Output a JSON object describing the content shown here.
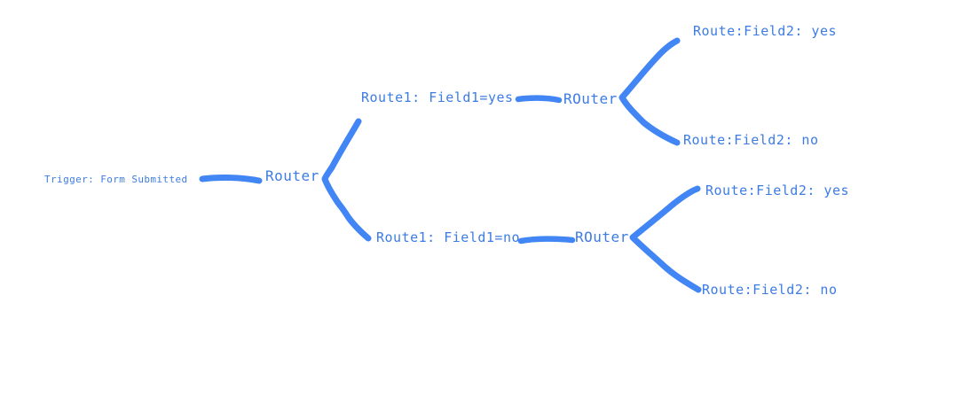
{
  "diagram": {
    "title": "form-routing-flow-sketch",
    "accent_color": "#4285f4",
    "text_color": "#3d7ce5",
    "background_color": "#ffffff",
    "nodes": {
      "trigger": {
        "label": "Trigger: Form Submitted"
      },
      "router_root": {
        "label": "Router"
      },
      "route1_yes": {
        "label": "Route1: Field1=yes"
      },
      "router_top": {
        "label": "ROuter"
      },
      "route2_yes_top": {
        "label": "Route:Field2: yes"
      },
      "route2_no_top": {
        "label": "Route:Field2: no"
      },
      "route1_no": {
        "label": "Route1: Field1=no"
      },
      "router_bottom": {
        "label": "ROuter"
      },
      "route2_yes_bottom": {
        "label": "Route:Field2: yes"
      },
      "route2_no_bottom": {
        "label": "Route:Field2: no"
      }
    }
  }
}
